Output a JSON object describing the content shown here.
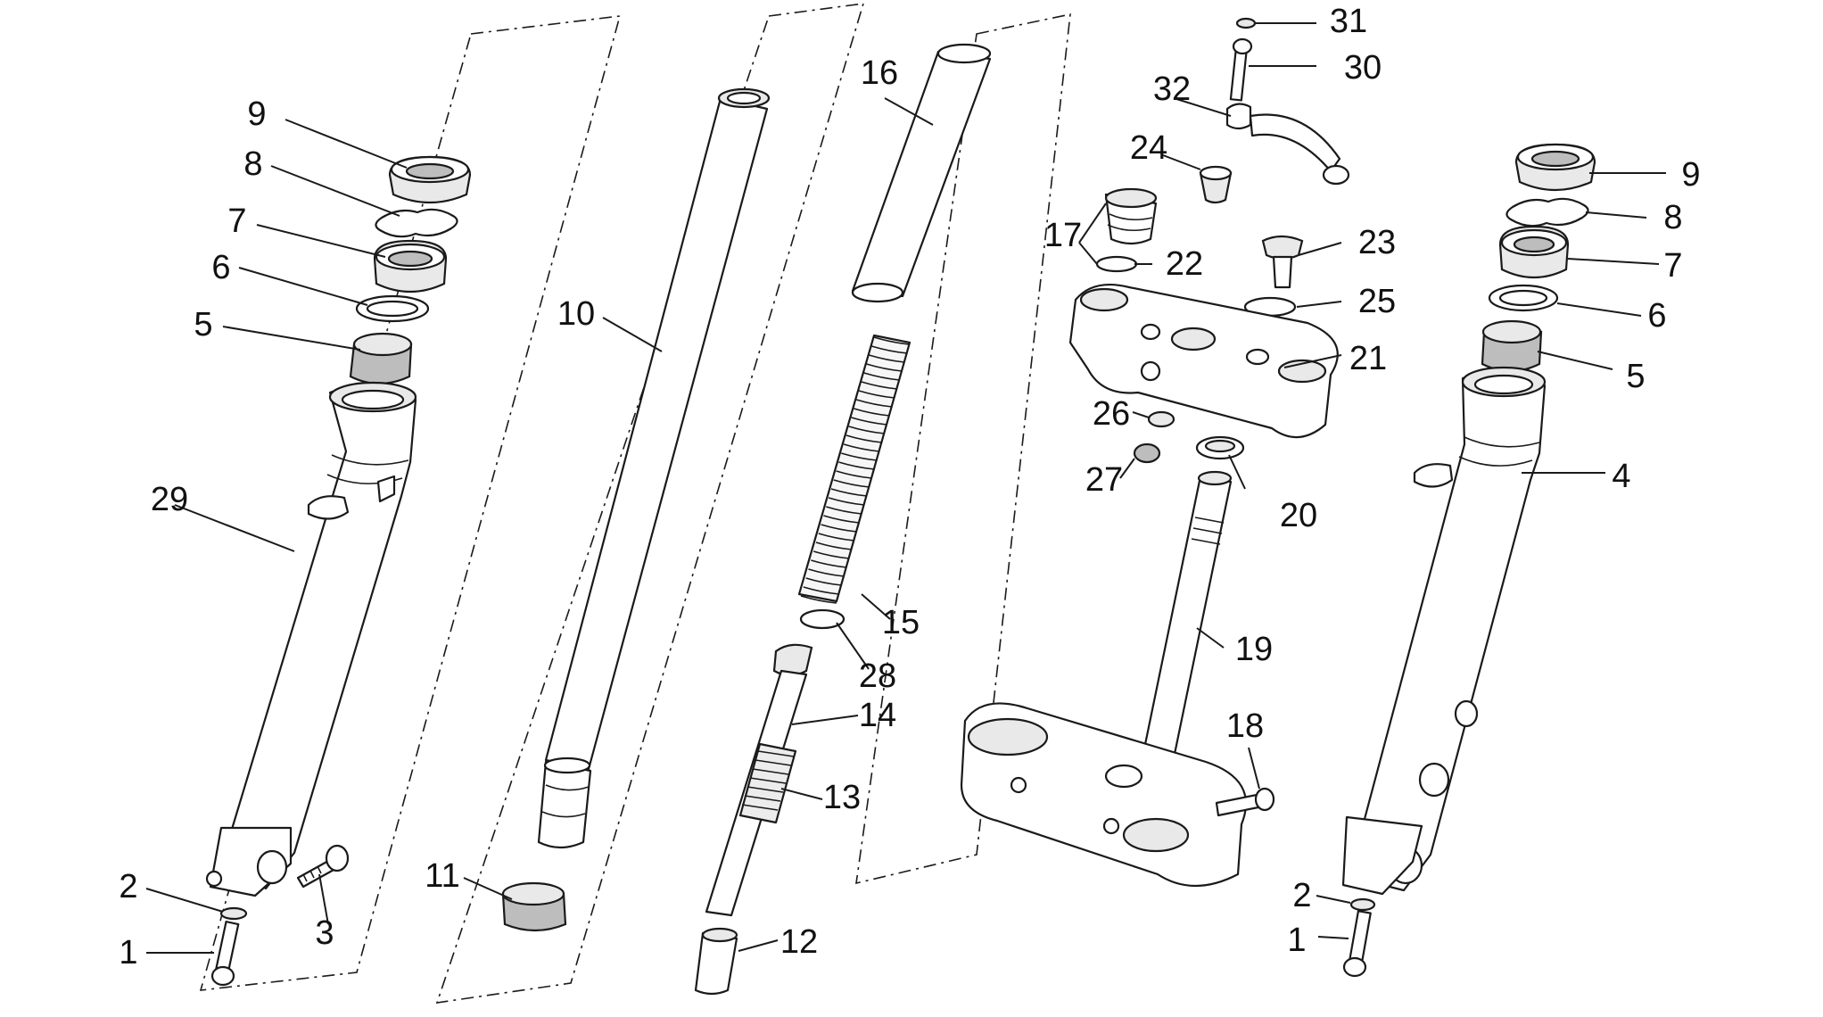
{
  "diagram": {
    "callouts": [
      {
        "id": "l-9",
        "text": "9"
      },
      {
        "id": "l-8",
        "text": "8"
      },
      {
        "id": "l-7",
        "text": "7"
      },
      {
        "id": "l-6",
        "text": "6"
      },
      {
        "id": "l-5",
        "text": "5"
      },
      {
        "id": "l-29",
        "text": "29"
      },
      {
        "id": "l-2",
        "text": "2"
      },
      {
        "id": "l-1",
        "text": "1"
      },
      {
        "id": "l-3",
        "text": "3"
      },
      {
        "id": "l-10",
        "text": "10"
      },
      {
        "id": "l-11",
        "text": "11"
      },
      {
        "id": "l-16",
        "text": "16"
      },
      {
        "id": "l-15",
        "text": "15"
      },
      {
        "id": "l-28",
        "text": "28"
      },
      {
        "id": "l-14",
        "text": "14"
      },
      {
        "id": "l-13",
        "text": "13"
      },
      {
        "id": "l-12",
        "text": "12"
      },
      {
        "id": "l-31",
        "text": "31"
      },
      {
        "id": "l-30",
        "text": "30"
      },
      {
        "id": "l-32",
        "text": "32"
      },
      {
        "id": "l-24",
        "text": "24"
      },
      {
        "id": "l-17",
        "text": "17"
      },
      {
        "id": "l-22",
        "text": "22"
      },
      {
        "id": "l-23",
        "text": "23"
      },
      {
        "id": "l-25",
        "text": "25"
      },
      {
        "id": "l-21",
        "text": "21"
      },
      {
        "id": "l-26",
        "text": "26"
      },
      {
        "id": "l-27",
        "text": "27"
      },
      {
        "id": "l-20",
        "text": "20"
      },
      {
        "id": "l-19",
        "text": "19"
      },
      {
        "id": "l-18",
        "text": "18"
      },
      {
        "id": "l-9r",
        "text": "9"
      },
      {
        "id": "l-8r",
        "text": "8"
      },
      {
        "id": "l-7r",
        "text": "7"
      },
      {
        "id": "l-6r",
        "text": "6"
      },
      {
        "id": "l-5r",
        "text": "5"
      },
      {
        "id": "l-4",
        "text": "4"
      },
      {
        "id": "l-2r",
        "text": "2"
      },
      {
        "id": "l-1r",
        "text": "1"
      }
    ]
  }
}
